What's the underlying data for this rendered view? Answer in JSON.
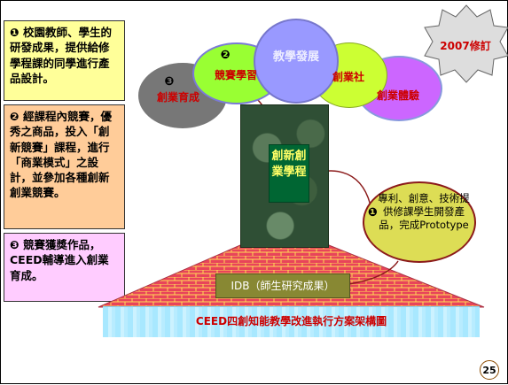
{
  "panels": {
    "box1": {
      "bullet": "❶",
      "text": "校園教師、學生的研發成果，提供給修學程課的同學進行產品設計。"
    },
    "box2": {
      "bullet": "❷",
      "text": "經課程內競賽，優秀之商品，投入「創新競賽」課程，進行「商業模式」之設計，並參加各種創新創業競賽。"
    },
    "box3": {
      "bullet": "❸",
      "text": "競賽獲獎作品，CEED輔導進入創業育成。"
    }
  },
  "tree": {
    "circles": {
      "incubation": {
        "num": "❸",
        "label": "創業育成"
      },
      "competition": {
        "num": "❷",
        "label": "競賽學習"
      },
      "development": {
        "label": "教學發展"
      },
      "club": {
        "label": "創業社"
      },
      "experience": {
        "label": "創業體驗"
      }
    },
    "trunk_label": "創新創業學程",
    "ellipse": {
      "num": "❶",
      "text": "專利、創意、技術提供修課學生開發產品，完成Prototype"
    },
    "idb_label": "IDB（師生研究成果）",
    "base_label": "CEED四創知能教學改進執行方案架構圖"
  },
  "badge": "2007修訂",
  "page_number": "25",
  "colors": {
    "red_text": "#cc0000",
    "dark_red": "#8b1a1a",
    "trunk_green": "#006633",
    "trunk_text": "#ffff66"
  }
}
